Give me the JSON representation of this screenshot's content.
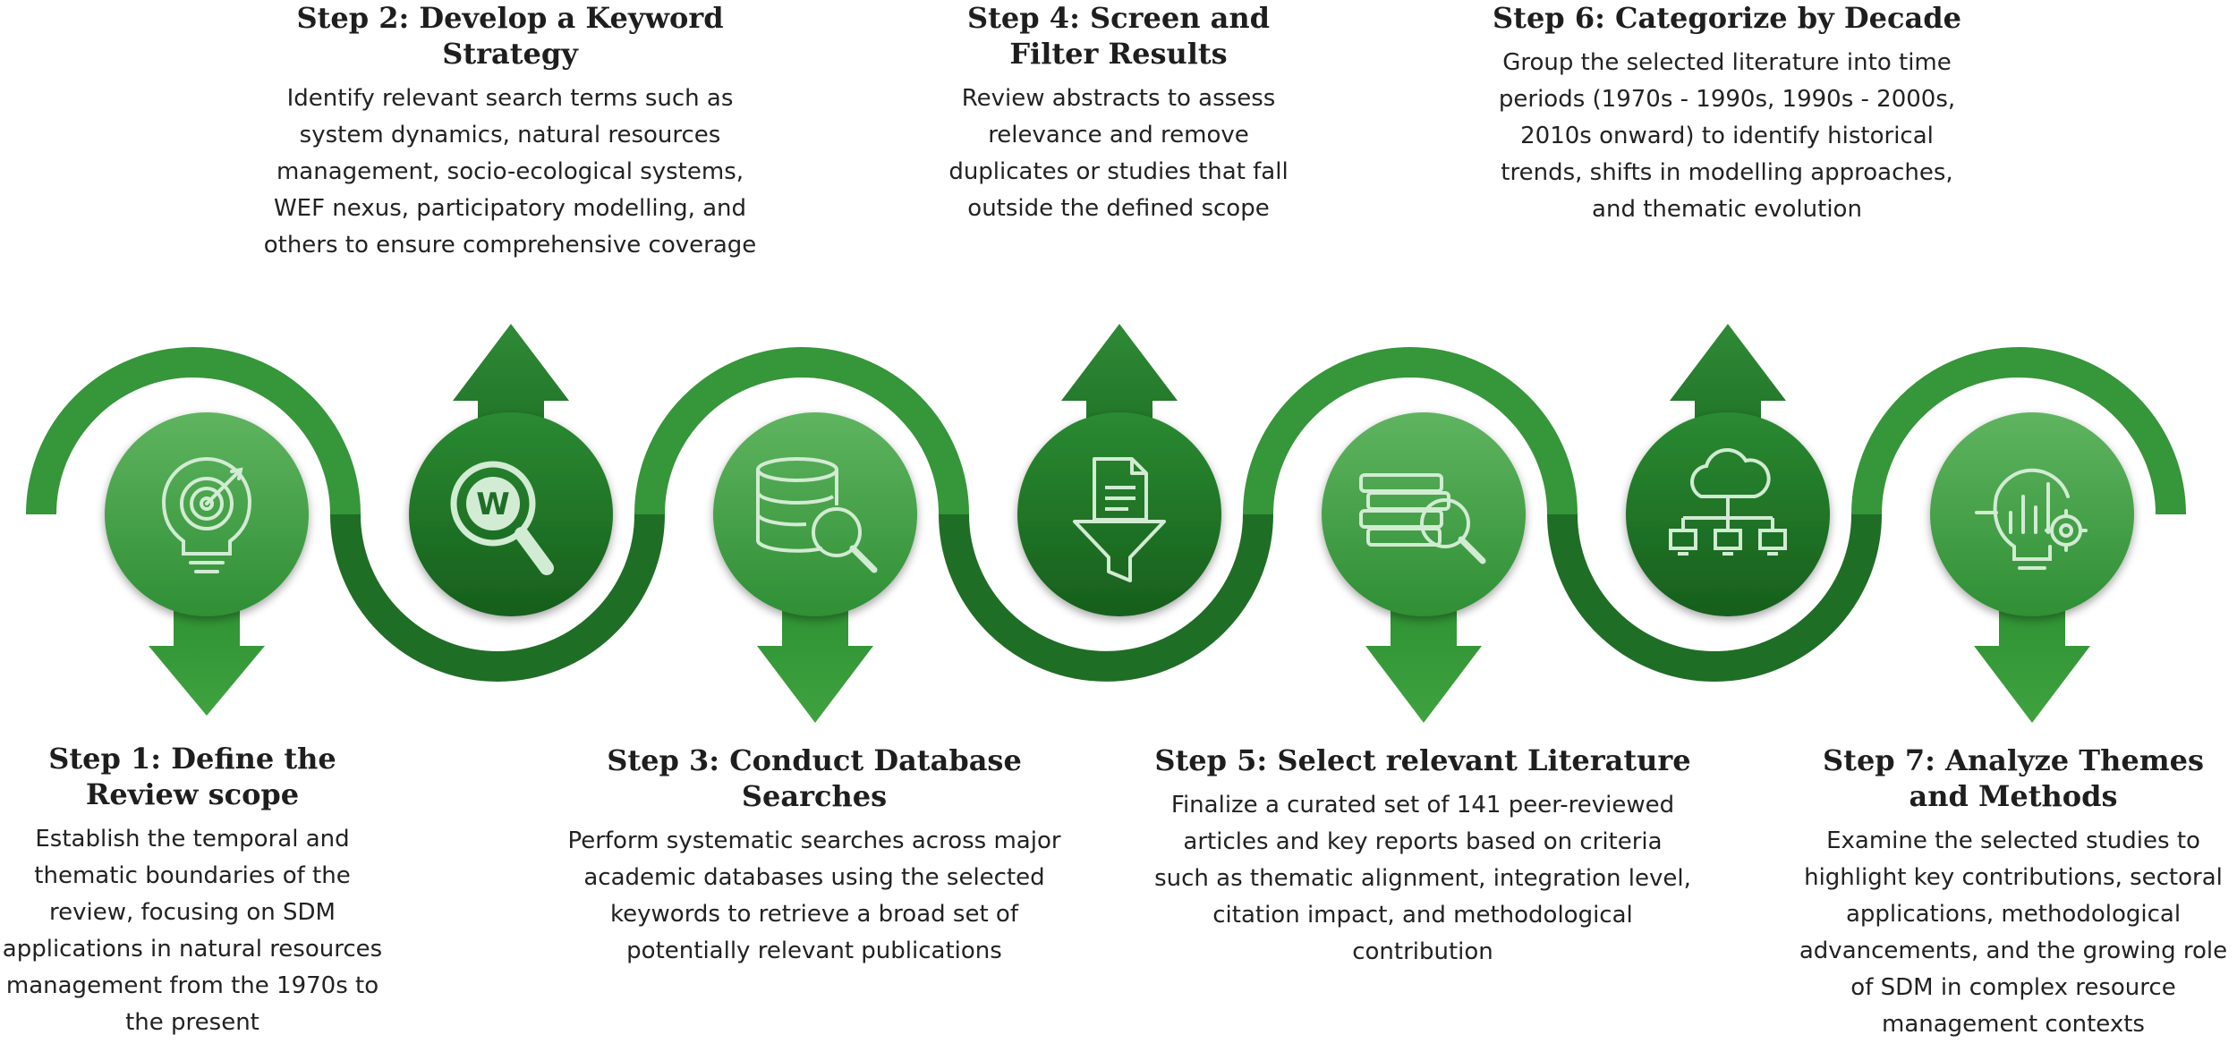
{
  "colors": {
    "dark_green": "#1e7527",
    "mid_green": "#2a8c33",
    "light_green": "#4aa74a",
    "icon_line": "#d2ebd3"
  },
  "steps": [
    {
      "number": 1,
      "title": "Step 1: Define the Review scope",
      "description": "Establish the temporal and thematic boundaries of the review, focusing on SDM applications in natural resources management from the 1970s to the present",
      "icon": "lightbulb-target-icon",
      "arrow": "down"
    },
    {
      "number": 2,
      "title": "Step 2: Develop a Keyword Strategy",
      "description": "Identify relevant search terms such as system dynamics, natural resources management, socio-ecological systems, WEF nexus, participatory modelling, and others to ensure comprehensive coverage",
      "icon": "magnifier-w-icon",
      "arrow": "up"
    },
    {
      "number": 3,
      "title": "Step 3: Conduct Database Searches",
      "description": "Perform systematic searches across major academic databases using the selected keywords to retrieve a broad set of potentially relevant publications",
      "icon": "database-search-icon",
      "arrow": "down"
    },
    {
      "number": 4,
      "title": "Step 4: Screen and Filter Results",
      "description": "Review abstracts to assess relevance and remove duplicates or studies that fall outside the defined scope",
      "icon": "document-funnel-icon",
      "arrow": "up"
    },
    {
      "number": 5,
      "title": "Step 5: Select relevant Literature",
      "description": "Finalize a curated set of 141 peer-reviewed articles and key reports based on criteria such as thematic alignment, integration level, citation impact, and methodological contribution",
      "icon": "books-search-icon",
      "arrow": "down"
    },
    {
      "number": 6,
      "title": "Step 6: Categorize by Decade",
      "description": "Group the selected literature into time periods (1970s - 1990s, 1990s - 2000s, 2010s onward) to identify historical trends, shifts in modelling approaches, and thematic evolution",
      "icon": "cloud-network-icon",
      "arrow": "up"
    },
    {
      "number": 7,
      "title": "Step 7: Analyze Themes and Methods",
      "description": "Examine the selected studies to highlight key contributions, sectoral applications, methodological advancements, and the growing role of SDM in complex resource management contexts",
      "icon": "lightbulb-chart-gear-icon",
      "arrow": "down"
    }
  ]
}
